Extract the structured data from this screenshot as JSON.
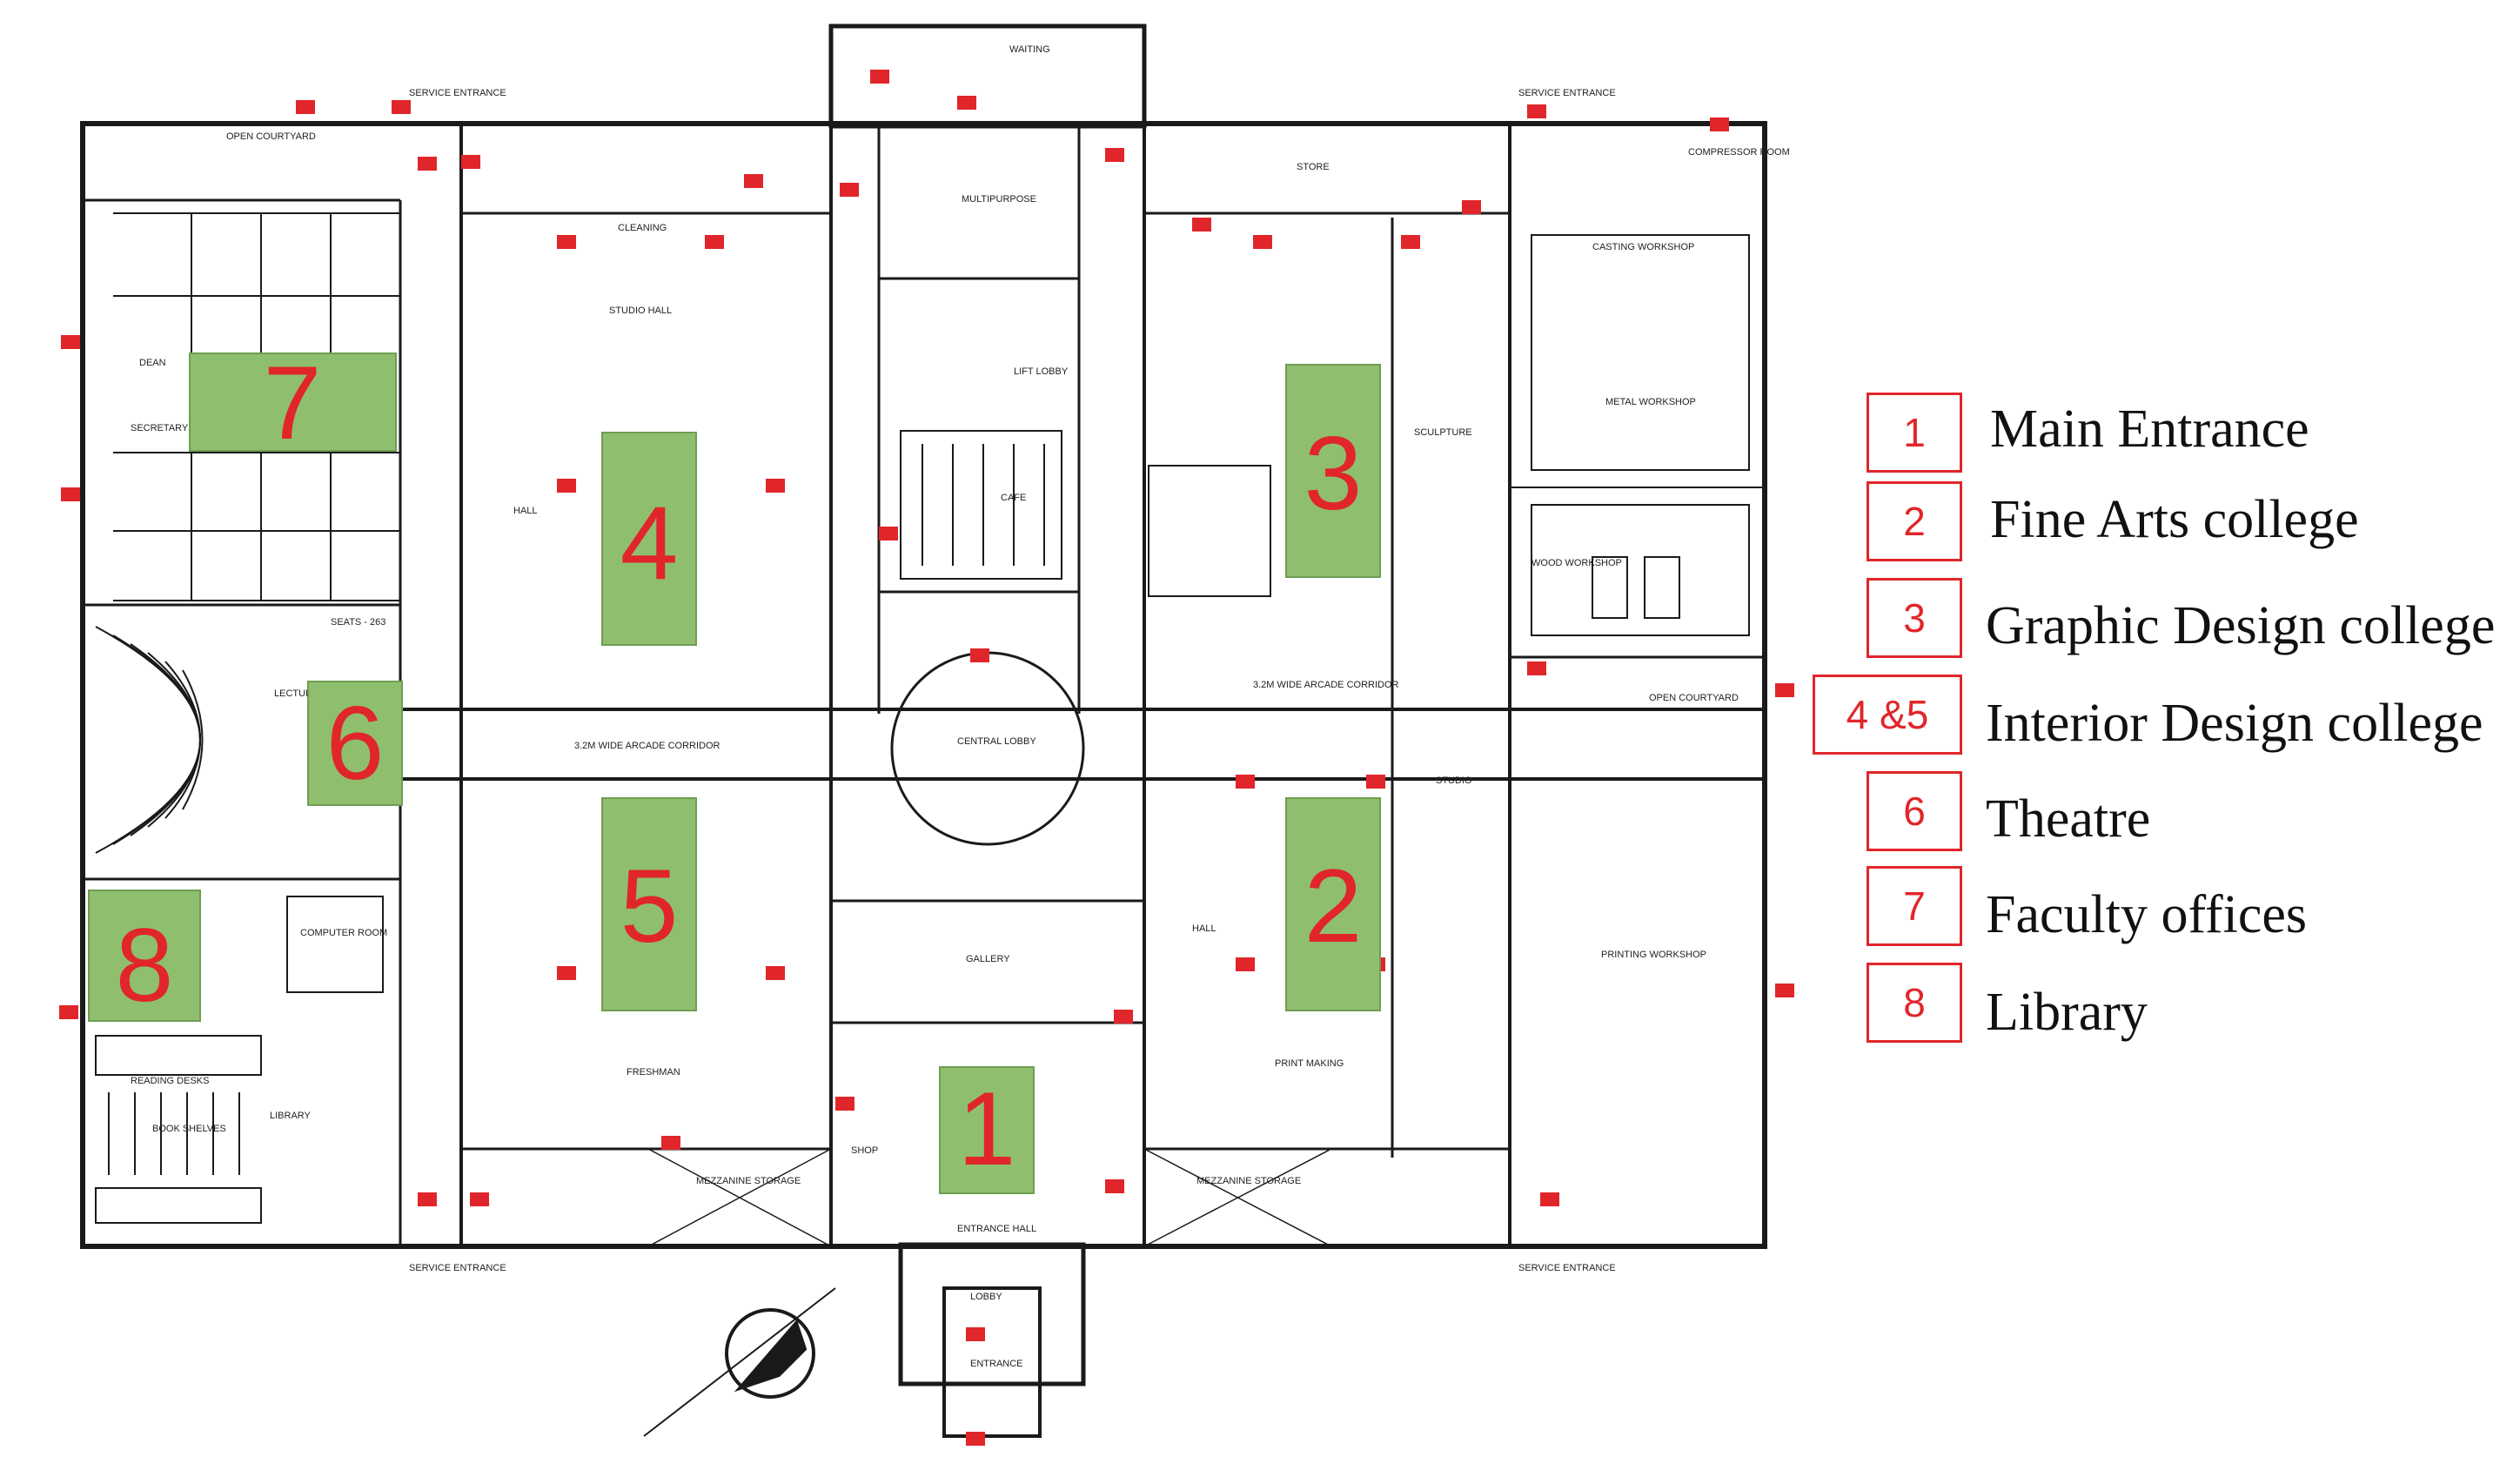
{
  "colors": {
    "zone_fill": "#8fbf6e",
    "zone_stroke": "#6e9e52",
    "accent": "#e0262b",
    "wall": "#1a1a1a"
  },
  "zones": [
    {
      "id": "1",
      "label": "1"
    },
    {
      "id": "2",
      "label": "2"
    },
    {
      "id": "3",
      "label": "3"
    },
    {
      "id": "4",
      "label": "4"
    },
    {
      "id": "5",
      "label": "5"
    },
    {
      "id": "6",
      "label": "6"
    },
    {
      "id": "7",
      "label": "7"
    },
    {
      "id": "8",
      "label": "8"
    }
  ],
  "legend": [
    {
      "number": "1",
      "label": "Main Entrance"
    },
    {
      "number": "2",
      "label": "Fine Arts college"
    },
    {
      "number": "3",
      "label": "Graphic Design college"
    },
    {
      "number": "4 &5",
      "label": "Interior Design college"
    },
    {
      "number": "6",
      "label": "Theatre"
    },
    {
      "number": "7",
      "label": "Faculty offices"
    },
    {
      "number": "8",
      "label": "Library"
    }
  ],
  "rooms": {
    "multipurpose": "MULTIPURPOSE",
    "central_lobby": "CENTRAL LOBBY",
    "entrance_hall": "ENTRANCE HALL",
    "entrance": "ENTRANCE",
    "lobby": "LOBBY",
    "gallery": "GALLERY",
    "studio_hall": "STUDIO HALL",
    "cafe": "CAFE",
    "hall": "HALL",
    "store": "STORE",
    "sculpture": "SCULPTURE",
    "studio": "STUDIO",
    "printing_workshop": "PRINTING WORKSHOP",
    "metal_workshop": "METAL WORKSHOP",
    "wood_workshop": "WOOD WORKSHOP",
    "casting_workshop": "CASTING WORKSHOP",
    "compressor_room": "COMPRESSOR ROOM",
    "lecture_theatre": "LECTURE THEATRE",
    "seats": "SEATS - 263",
    "computer_room": "COMPUTER ROOM",
    "reading_desks": "READING DESKS",
    "library": "LIBRARY",
    "book_shelves": "BOOK SHELVES",
    "dean": "DEAN",
    "secretary": "SECRETARY",
    "freshman": "FRESHMAN",
    "print_making": "PRINT MAKING",
    "service_entrance": "SERVICE ENTRANCE",
    "open_courtyard": "OPEN COURTYARD",
    "arcade_corridor": "3.2M WIDE ARCADE CORRIDOR",
    "cleaning": "CLEANING",
    "waiting": "WAITING",
    "lift_lobby": "LIFT LOBBY",
    "shop": "SHOP",
    "mezzanine": "MEZZANINE STORAGE"
  }
}
